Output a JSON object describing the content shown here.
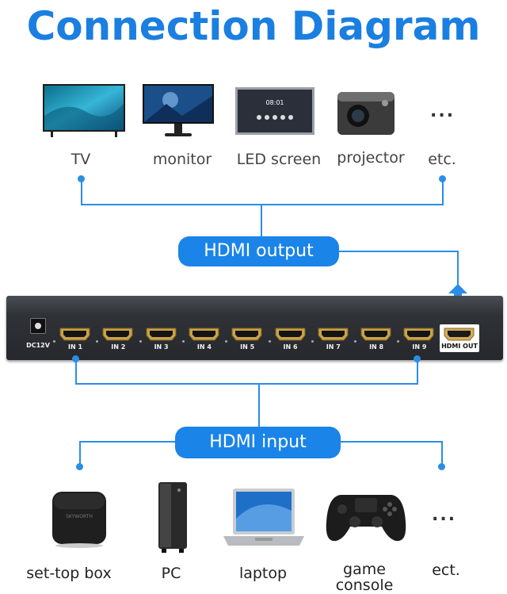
{
  "title": "Connection Diagram",
  "outputs": {
    "pill": "HDMI output",
    "devices": [
      {
        "label": "TV",
        "icon": "tv-icon"
      },
      {
        "label": "monitor",
        "icon": "monitor-icon"
      },
      {
        "label": "LED screen",
        "icon": "led-screen-icon"
      },
      {
        "label": "projector",
        "icon": "projector-icon"
      },
      {
        "label": "etc.",
        "icon": "ellipsis-icon"
      }
    ],
    "ellipsis": "..."
  },
  "switch": {
    "power_label": "DC12V",
    "inputs": [
      "IN 1",
      "IN 2",
      "IN 3",
      "IN 4",
      "IN 5",
      "IN 6",
      "IN 7",
      "IN 8",
      "IN 9"
    ],
    "output_label": "HDMI OUT"
  },
  "inputs": {
    "pill": "HDMI input",
    "devices": [
      {
        "label": "set-top box",
        "icon": "set-top-box-icon"
      },
      {
        "label": "PC",
        "icon": "pc-icon"
      },
      {
        "label": "laptop",
        "icon": "laptop-icon"
      },
      {
        "label_line1": "game",
        "label_line2": "console",
        "icon": "game-console-icon"
      },
      {
        "label": "ect.",
        "icon": "ellipsis-icon"
      }
    ],
    "ellipsis": "..."
  },
  "colors": {
    "accent": "#1b84e8",
    "wire": "#2b8de6",
    "title": "#1a7fe0",
    "port_gold": "#c9a24a"
  }
}
